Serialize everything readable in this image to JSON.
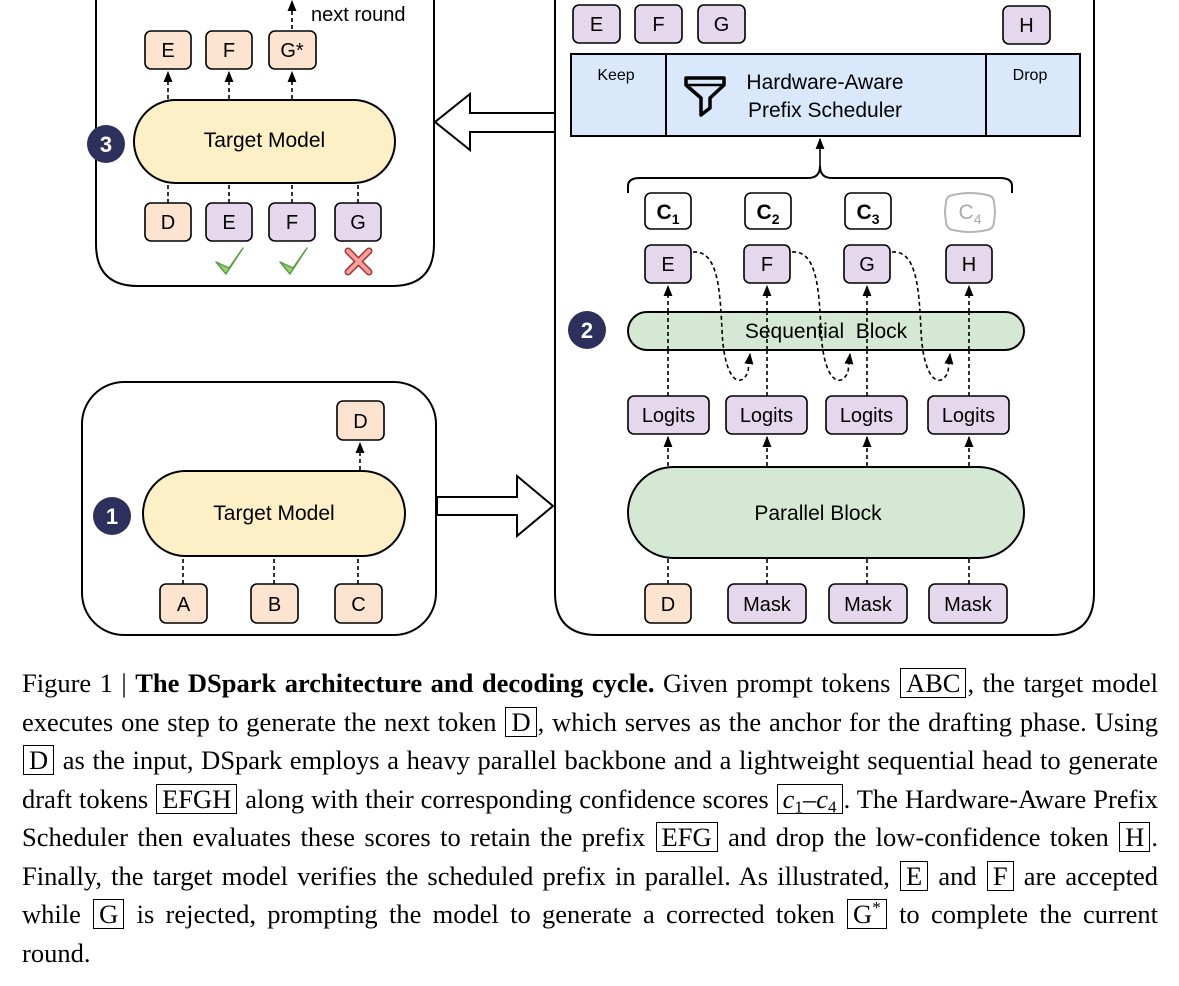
{
  "diagram": {
    "step_badges": [
      "3",
      "2",
      "1"
    ],
    "panel3": {
      "outputs": [
        "E",
        "F",
        "G*"
      ],
      "next_round": "next round",
      "model": "Target Model",
      "inputs": [
        "D",
        "E",
        "F",
        "G"
      ],
      "verdicts": [
        "accept",
        "accept",
        "reject"
      ]
    },
    "panel1": {
      "output": "D",
      "model": "Target Model",
      "inputs": [
        "A",
        "B",
        "C"
      ]
    },
    "panel2": {
      "kept_tokens": [
        "E",
        "F",
        "G"
      ],
      "dropped_token": "H",
      "scheduler": {
        "keep": "Keep",
        "drop": "Drop",
        "title_line1": "Hardware-Aware",
        "title_line2": "Prefix Scheduler",
        "icon": "filter-funnel-icon"
      },
      "confidences": [
        {
          "letter": "C",
          "sub": "1"
        },
        {
          "letter": "C",
          "sub": "2"
        },
        {
          "letter": "C",
          "sub": "3"
        },
        {
          "letter": "C",
          "sub": "4"
        }
      ],
      "draft_tokens": [
        "E",
        "F",
        "G",
        "H"
      ],
      "sequential_block": "Sequential  Block",
      "logits": [
        "Logits",
        "Logits",
        "Logits",
        "Logits"
      ],
      "parallel_block": "Parallel Block",
      "inputs": [
        "D",
        "Mask",
        "Mask",
        "Mask"
      ]
    },
    "colors": {
      "orange_token": "#fde4d0",
      "purple_token": "#e5d8ec",
      "model_yellow": "#fdf0c7",
      "block_green": "#d5e8d4",
      "scheduler_blue": "#dae8fc",
      "badge_navy": "#2d2f5c",
      "check_green": "#97d077",
      "cross_red": "#e07070"
    }
  },
  "caption": {
    "fig_label": "Figure 1 |",
    "title": "The DSpark architecture and decoding cycle.",
    "t1": "Given prompt tokens",
    "tok_abc": "ABC",
    "t2": ", the target model executes one step to generate the next token",
    "tok_d1": "D",
    "t3": ", which serves as the anchor for the drafting phase. Using",
    "tok_d2": "D",
    "t4": "as the input, DSpark employs a heavy parallel backbone and a lightweight sequential head to generate draft tokens",
    "tok_efgh": "EFGH",
    "t5": "along with their corresponding confidence scores",
    "c_first": "c",
    "c_first_sub": "1",
    "c_dash": "–",
    "c_last": "c",
    "c_last_sub": "4",
    "t6": ". The Hardware-Aware Prefix Scheduler then evaluates these scores to retain the prefix",
    "tok_efg": "EFG",
    "t7": "and drop the low-confidence token",
    "tok_h": "H",
    "t8": ". Finally, the target model verifies the scheduled prefix in parallel.  As illustrated,",
    "tok_e": "E",
    "t9": "and",
    "tok_f": "F",
    "t10": "are accepted while",
    "tok_g": "G",
    "t11": "is rejected, prompting the model to generate a corrected token",
    "tok_gstar": "G",
    "tok_gstar_sup": "*",
    "t12": "to complete the current round."
  }
}
